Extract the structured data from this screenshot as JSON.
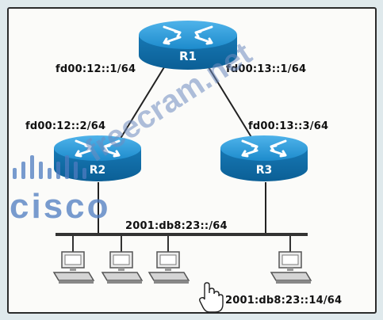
{
  "routers": [
    {
      "id": "r1",
      "label": "R1"
    },
    {
      "id": "r2",
      "label": "R2"
    },
    {
      "id": "r3",
      "label": "R3"
    }
  ],
  "links": {
    "r1_r2": {
      "r1_end": "fd00:12::1/64",
      "r2_end": "fd00:12::2/64"
    },
    "r1_r3": {
      "r1_end": "fd00:13::1/64",
      "r3_end": "fd00:13::3/64"
    }
  },
  "lan": {
    "subnet": "2001:db8:23::/64",
    "host_address": "2001:db8:23::14/64",
    "host_count": 4
  },
  "watermark": {
    "text": "freecram.net",
    "brand": "cisco"
  },
  "colors": {
    "router_blue": "#1f8fd0",
    "router_dark": "#0b5f96",
    "watermark": "#4d7bc0",
    "line": "#222222"
  },
  "icons": [
    "router-icon",
    "pc-icon",
    "hand-cursor-icon",
    "cisco-logo-icon"
  ]
}
